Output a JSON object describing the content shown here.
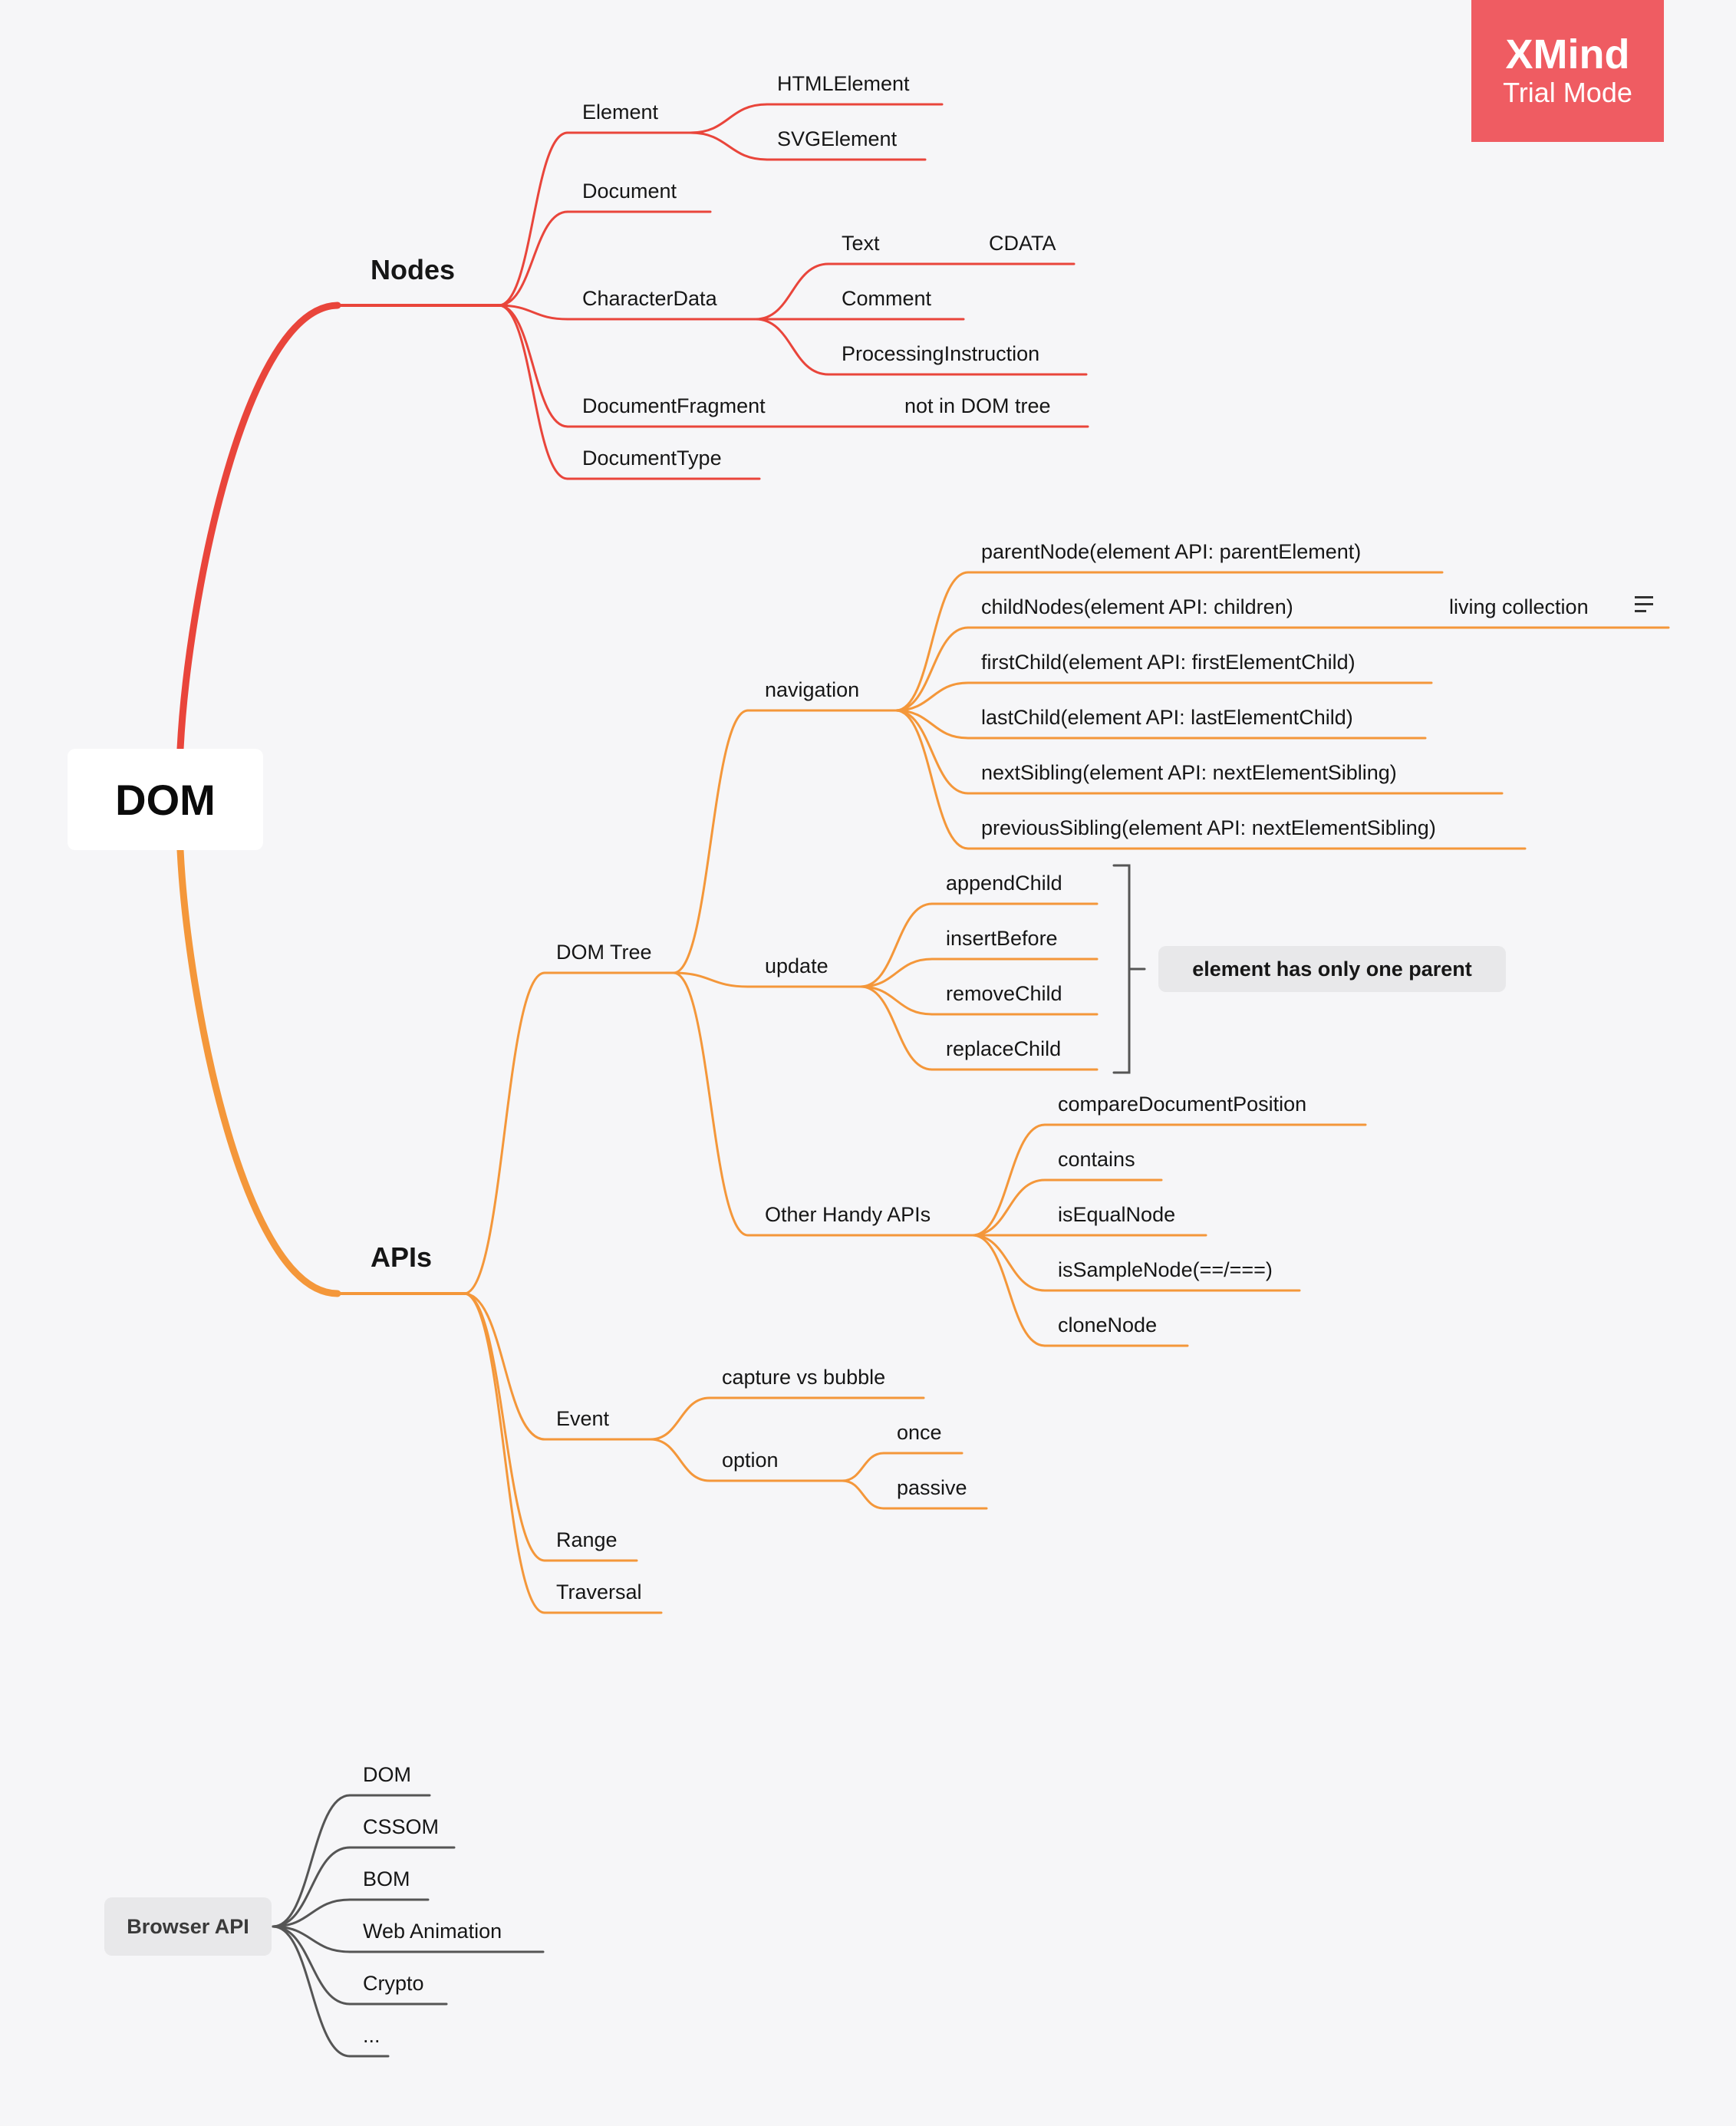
{
  "watermark": {
    "title": "XMind",
    "subtitle": "Trial Mode",
    "color": "#ef5c62"
  },
  "colors": {
    "nodes_branch": "#e9453b",
    "apis_branch": "#f4973a",
    "browser_branch": "#555555",
    "background": "#f6f6f8"
  },
  "root": "DOM",
  "nodes": {
    "label": "Nodes",
    "element": "Element",
    "html_element": "HTMLElement",
    "svg_element": "SVGElement",
    "document": "Document",
    "character_data": "CharacterData",
    "text": "Text",
    "cdata": "CDATA",
    "comment": "Comment",
    "processing_instruction": "ProcessingInstruction",
    "document_fragment": "DocumentFragment",
    "not_in_dom_tree": "not in DOM tree",
    "document_type": "DocumentType"
  },
  "apis": {
    "label": "APIs",
    "dom_tree": {
      "label": "DOM Tree",
      "navigation": {
        "label": "navigation",
        "items": [
          "parentNode(element API: parentElement)",
          "childNodes(element API: children)",
          "firstChild(element API: firstElementChild)",
          "lastChild(element API: lastElementChild)",
          "nextSibling(element API: nextElementSibling)",
          "previousSibling(element API: nextElementSibling)"
        ],
        "living_collection": "living collection",
        "note_icon": "notes-icon"
      },
      "update": {
        "label": "update",
        "items": [
          "appendChild",
          "insertBefore",
          "removeChild",
          "replaceChild"
        ],
        "summary": "element has only one parent"
      },
      "other": {
        "label": "Other Handy APIs",
        "items": [
          "compareDocumentPosition",
          "contains",
          "isEqualNode",
          "isSampleNode(==/===)",
          "cloneNode"
        ]
      }
    },
    "event": {
      "label": "Event",
      "capture": "capture vs bubble",
      "option": "option",
      "once": "once",
      "passive": "passive"
    },
    "range": "Range",
    "traversal": "Traversal"
  },
  "browser_api": {
    "label": "Browser API",
    "items": [
      "DOM",
      "CSSOM",
      "BOM",
      "Web Animation",
      "Crypto",
      "..."
    ]
  }
}
